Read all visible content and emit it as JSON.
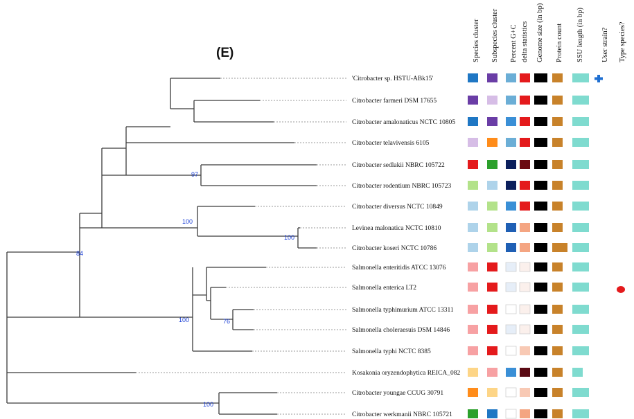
{
  "panel_label": "(E)",
  "column_headers": [
    "Species cluster",
    "Subspecies cluster",
    "Percent G+C",
    "delta statistics",
    "Genome size (in bp)",
    "Protein count",
    "SSU length (in bp)",
    "User strain?",
    "Type species?"
  ],
  "taxa": [
    {
      "name": "'Citrobacter sp. HSTU-ABk15'",
      "cells": [
        "#1f77c4",
        "#6a3da6",
        "#6baed6",
        "#e41a1c",
        "#000000",
        "#c8822a",
        "#7fdbcf"
      ],
      "marker": "cross"
    },
    {
      "name": "Citrobacter farmeri DSM 17655",
      "cells": [
        "#6a3da6",
        "#d6bde6",
        "#6baed6",
        "#e41a1c",
        "#000000",
        "#c8822a",
        "#7fdbcf"
      ],
      "marker": ""
    },
    {
      "name": "Citrobacter amalonaticus NCTC 10805",
      "cells": [
        "#1f77c4",
        "#6a3da6",
        "#3a8fd6",
        "#e41a1c",
        "#000000",
        "#c8822a",
        "#7fdbcf"
      ],
      "marker": ""
    },
    {
      "name": "Citrobacter telavivensis 6105",
      "cells": [
        "#d6bde6",
        "#ff8c1a",
        "#6baed6",
        "#e41a1c",
        "#000000",
        "#c8822a",
        "#7fdbcf"
      ],
      "marker": ""
    },
    {
      "name": "Citrobacter sedlakii NBRC 105722",
      "cells": [
        "#e41a1c",
        "#2ca02c",
        "#0b1f5c",
        "#6b0a12",
        "#000000",
        "#c8822a",
        "#7fdbcf"
      ],
      "marker": ""
    },
    {
      "name": "Citrobacter rodentium NBRC 105723",
      "cells": [
        "#b3e28a",
        "#aed3ea",
        "#0b1f5c",
        "#e41a1c",
        "#000000",
        "#c8822a",
        "#7fdbcf"
      ],
      "marker": ""
    },
    {
      "name": "Citrobacter diversus NCTC 10849",
      "cells": [
        "#aed3ea",
        "#b3e28a",
        "#3a8fd6",
        "#e41a1c",
        "#000000",
        "#c8822a",
        "#7fdbcf"
      ],
      "marker": ""
    },
    {
      "name": "Levinea malonatica NCTC 10810",
      "cells": [
        "#aed3ea",
        "#b3e28a",
        "#1f5fb4",
        "#f4a582",
        "#000000",
        "#c8822a",
        "#7fdbcf"
      ],
      "marker": ""
    },
    {
      "name": "Citrobacter koseri NCTC 10786",
      "cells": [
        "#aed3ea",
        "#b3e28a",
        "#1f5fb4",
        "#f4a582",
        "#000000",
        "#c8822a",
        "#7fdbcf"
      ],
      "marker": ""
    },
    {
      "name": "Salmonella enteritidis ATCC 13076",
      "cells": [
        "#f7a1a3",
        "#e41a1c",
        "#e6eef8",
        "#fbf0ec",
        "#000000",
        "#c8822a",
        "#7fdbcf"
      ],
      "marker": ""
    },
    {
      "name": "Salmonella enterica LT2",
      "cells": [
        "#f7a1a3",
        "#e41a1c",
        "#e6eef8",
        "#fbf0ec",
        "#000000",
        "#c8822a",
        "#7fdbcf"
      ],
      "marker": "dot"
    },
    {
      "name": "Salmonella typhimurium ATCC 13311",
      "cells": [
        "#f7a1a3",
        "#e41a1c",
        "#ffffff",
        "#fbf0ec",
        "#000000",
        "#c8822a",
        "#7fdbcf"
      ],
      "marker": ""
    },
    {
      "name": "Salmonella choleraesuis DSM 14846",
      "cells": [
        "#f7a1a3",
        "#e41a1c",
        "#e6eef8",
        "#fbf0ec",
        "#000000",
        "#c8822a",
        "#7fdbcf"
      ],
      "marker": ""
    },
    {
      "name": "Salmonella typhi NCTC 8385",
      "cells": [
        "#f7a1a3",
        "#e41a1c",
        "#ffffff",
        "#f8c9b4",
        "#000000",
        "#c8822a",
        "#7fdbcf"
      ],
      "marker": ""
    },
    {
      "name": "Kosakonia oryzendophytica REICA_082",
      "cells": [
        "#fdd587",
        "#f7a1a3",
        "#3a8fd6",
        "#5a0a14",
        "#000000",
        "#c8822a",
        "#7fdbcf"
      ],
      "marker": ""
    },
    {
      "name": "Citrobacter youngae CCUG 30791",
      "cells": [
        "#ff8c1a",
        "#fdd587",
        "#ffffff",
        "#f8c9b4",
        "#000000",
        "#c8822a",
        "#7fdbcf"
      ],
      "marker": ""
    },
    {
      "name": "Citrobacter werkmanii NBRC 105721",
      "cells": [
        "#2ca02c",
        "#1f77c4",
        "#ffffff",
        "#f4a582",
        "#000000",
        "#c8822a",
        "#7fdbcf"
      ],
      "marker": ""
    }
  ],
  "bootstrap_labels": [
    "97",
    "100",
    "100",
    "84",
    "100",
    "76",
    "100"
  ],
  "colors": {
    "branch": "#3a3a3a",
    "leader": "#9a9a9a",
    "support": "#1a3fd6",
    "cross": "#1f6fd1",
    "dot": "#e41a1c"
  }
}
